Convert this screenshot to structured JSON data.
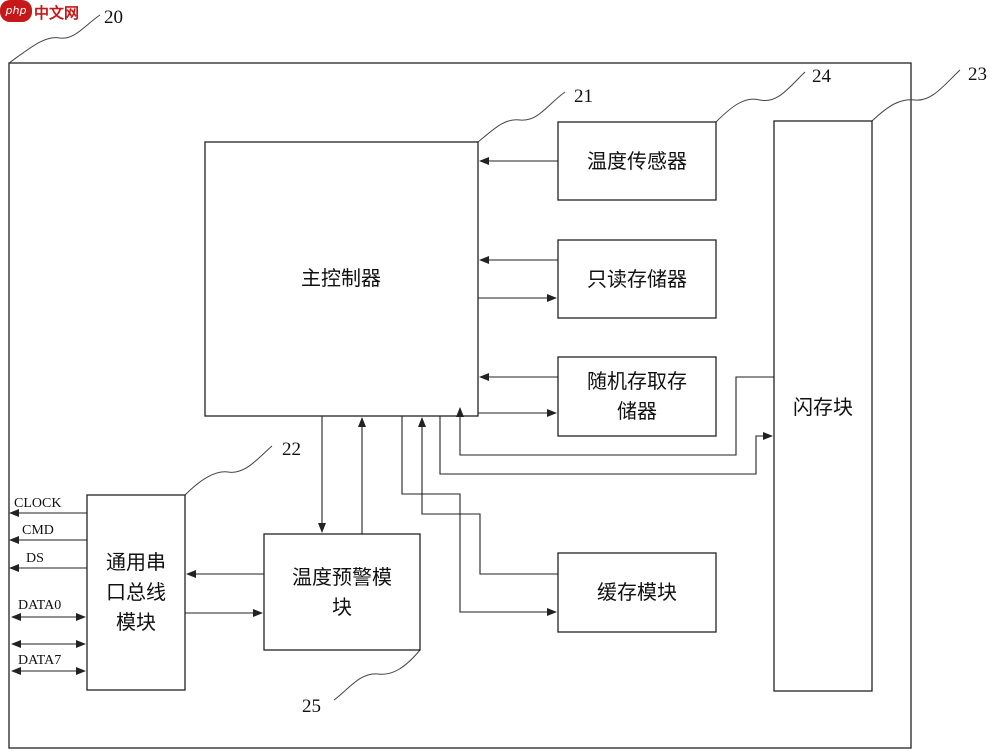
{
  "watermark": {
    "bubble": "php",
    "text": "中文网"
  },
  "refs": {
    "outer": "20",
    "controller": "21",
    "serial": "22",
    "flash": "23",
    "sensor": "24",
    "warning": "25"
  },
  "blocks": {
    "controller": "主控制器",
    "sensor": "温度传感器",
    "rom": "只读存储器",
    "ram_line1": "随机存取存",
    "ram_line2": "储器",
    "flash": "闪存块",
    "cache": "缓存模块",
    "serial_line1": "通用串",
    "serial_line2": "口总线",
    "serial_line3": "模块",
    "warning_line1": "温度预警模",
    "warning_line2": "块"
  },
  "signals": {
    "clock": "CLOCK",
    "cmd": "CMD",
    "ds": "DS",
    "data0": "DATA0",
    "data7": "DATA7"
  }
}
